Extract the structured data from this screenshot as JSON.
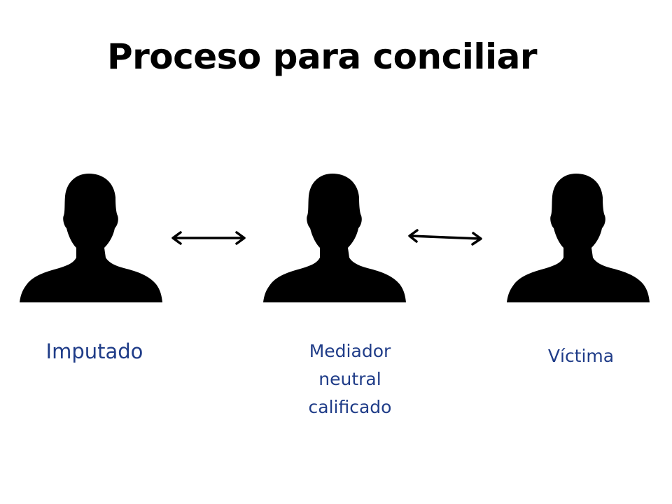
{
  "slide": {
    "title": "Proceso para conciliar"
  },
  "participants": [
    {
      "label": "Imputado",
      "icon": "person-silhouette-icon"
    },
    {
      "label": "Mediador\nneutral\ncalificado",
      "lines": [
        "Mediador",
        "neutral",
        "calificado"
      ],
      "icon": "person-silhouette-icon"
    },
    {
      "label": "Víctima",
      "icon": "person-silhouette-icon"
    }
  ],
  "connectors": [
    {
      "from": "Imputado",
      "to": "Mediador neutral calificado",
      "icon": "double-arrow-icon"
    },
    {
      "from": "Mediador neutral calificado",
      "to": "Víctima",
      "icon": "double-arrow-icon"
    }
  ],
  "colors": {
    "title": "#000000",
    "label": "#1f3c88",
    "silhouette": "#000000",
    "background": "#ffffff"
  }
}
